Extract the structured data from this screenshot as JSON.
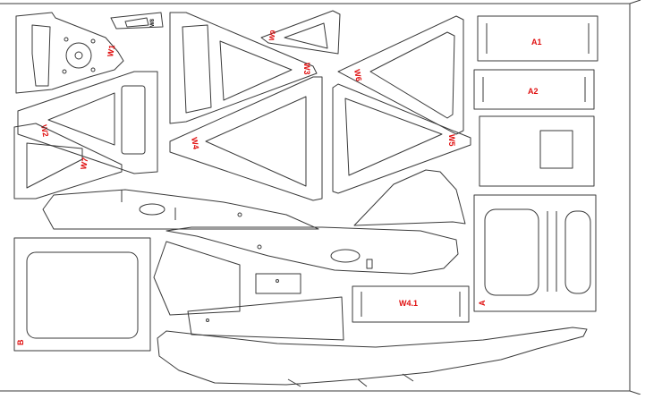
{
  "labels": {
    "w1": "W1",
    "w2": "W2",
    "w3": "W3",
    "w4": "W4",
    "w5": "W5",
    "w6": "W6",
    "w7": "W7",
    "w8": "W8",
    "w9": "W9",
    "a1": "A1",
    "a2": "A2",
    "a": "A",
    "b": "B",
    "w41": "W4.1"
  },
  "colors": {
    "label": "#e01010",
    "cut_line": "#3a3a3a",
    "border": "#3a3a3a",
    "background": "#ffffff"
  }
}
